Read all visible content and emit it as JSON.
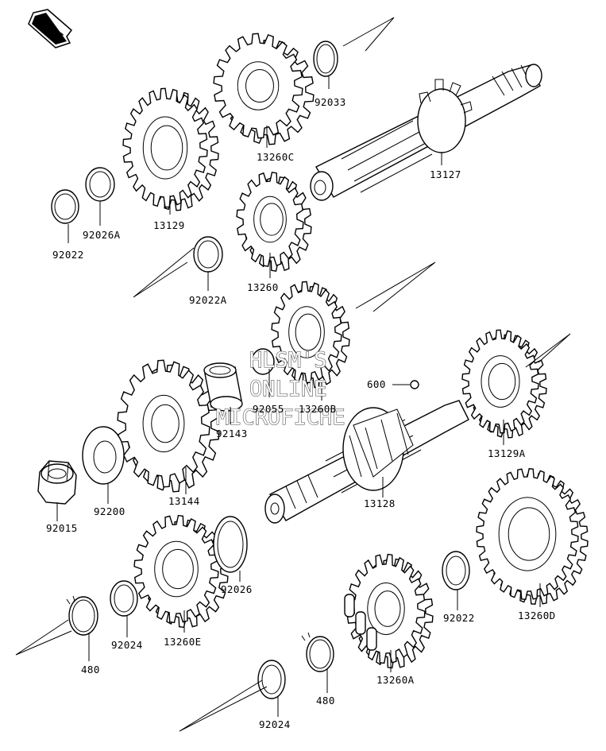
{
  "front_label": "FRONT",
  "watermark": {
    "line1": "HLSM'S",
    "line2": "ONLINE",
    "line3": "MICROFICHE"
  },
  "parts": {
    "p92033": "92033",
    "p13260C": "13260C",
    "p13127": "13127",
    "p13129": "13129",
    "p92026A": "92026A",
    "p92022_top": "92022",
    "p13260": "13260",
    "p92022A": "92022A",
    "p13260B": "13260B",
    "p92055": "92055",
    "p92143": "92143",
    "p600": "600",
    "p13129A": "13129A",
    "p13144": "13144",
    "p92200": "92200",
    "p92015": "92015",
    "p13128": "13128",
    "p92026": "92026",
    "p13260D": "13260D",
    "p92022_right": "92022",
    "p13260E": "13260E",
    "p92024_left": "92024",
    "p480_left": "480",
    "p13260A": "13260A",
    "p480_right": "480",
    "p92024_bottom": "92024"
  }
}
